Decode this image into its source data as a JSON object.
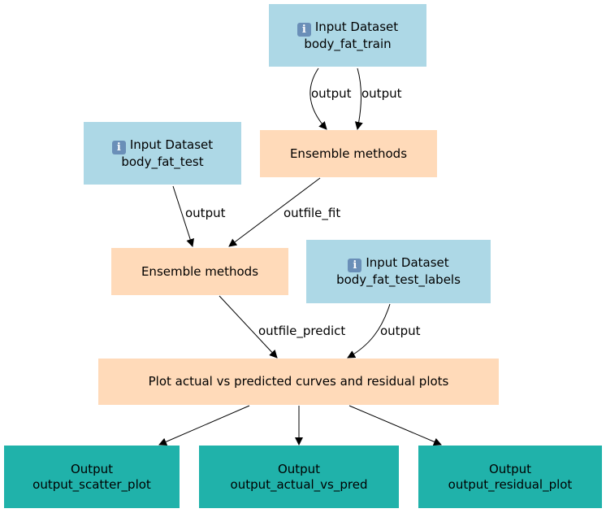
{
  "nodes": {
    "train": {
      "kind": "Input Dataset",
      "name": "body_fat_train"
    },
    "test": {
      "kind": "Input Dataset",
      "name": "body_fat_test"
    },
    "labels": {
      "kind": "Input Dataset",
      "name": "body_fat_test_labels"
    },
    "ensemble1": {
      "label": "Ensemble methods"
    },
    "ensemble2": {
      "label": "Ensemble methods"
    },
    "plot": {
      "label": "Plot actual vs predicted curves and residual plots"
    },
    "out_scatter": {
      "kind": "Output",
      "name": "output_scatter_plot"
    },
    "out_actual": {
      "kind": "Output",
      "name": "output_actual_vs_pred"
    },
    "out_residual": {
      "kind": "Output",
      "name": "output_residual_plot"
    }
  },
  "edges": {
    "train_to_ens1_a": "output",
    "train_to_ens1_b": "output",
    "test_to_ens2": "output",
    "ens1_to_ens2": "outfile_fit",
    "ens2_to_plot": "outfile_predict",
    "labels_to_plot": "output"
  },
  "colors": {
    "input": "#add8e6",
    "tool": "#ffdab9",
    "output": "#20b2aa"
  },
  "icons": {
    "input": "info-icon"
  }
}
